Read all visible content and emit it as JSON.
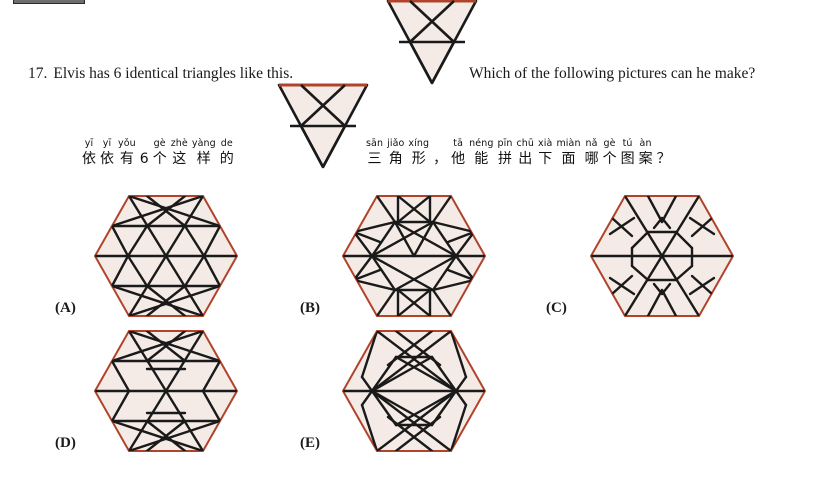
{
  "question": {
    "number": "17.",
    "text_before_figure": "Elvis has 6 identical triangles like this.",
    "text_after_figure": "Which of the following pictures can he make?"
  },
  "translation": {
    "left": [
      {
        "pinyin": "yī",
        "hanzi": "依"
      },
      {
        "pinyin": "yī",
        "hanzi": "依"
      },
      {
        "pinyin": "yǒu",
        "hanzi": "有"
      },
      {
        "pinyin": "",
        "hanzi": "6"
      },
      {
        "pinyin": "gè",
        "hanzi": "个"
      },
      {
        "pinyin": "zhè",
        "hanzi": "这"
      },
      {
        "pinyin": "yàng",
        "hanzi": "样"
      },
      {
        "pinyin": "de",
        "hanzi": "的"
      }
    ],
    "right": [
      {
        "pinyin": "sān",
        "hanzi": "三"
      },
      {
        "pinyin": "jiǎo",
        "hanzi": "角"
      },
      {
        "pinyin": "xíng",
        "hanzi": "形"
      },
      {
        "pinyin": "",
        "hanzi": "，"
      },
      {
        "pinyin": "tā",
        "hanzi": "他"
      },
      {
        "pinyin": "néng",
        "hanzi": "能"
      },
      {
        "pinyin": "pīn",
        "hanzi": "拼"
      },
      {
        "pinyin": "chū",
        "hanzi": "出"
      },
      {
        "pinyin": "xià",
        "hanzi": "下"
      },
      {
        "pinyin": "miàn",
        "hanzi": "面"
      },
      {
        "pinyin": "nǎ",
        "hanzi": "哪"
      },
      {
        "pinyin": "gè",
        "hanzi": "个"
      },
      {
        "pinyin": "tú",
        "hanzi": "图"
      },
      {
        "pinyin": "àn",
        "hanzi": "案"
      },
      {
        "pinyin": "",
        "hanzi": "？"
      }
    ]
  },
  "colors": {
    "shape_fill": "#f5ebe6",
    "shape_border": "#b0432a",
    "inner_line": "#1a1a1a",
    "text": "#1a1a1a"
  },
  "reference_figure": {
    "name": "inverted-triangle-tile",
    "description": "Downward pointing triangle subdivided by an X in the upper half, a horizontal chord, and a V below it",
    "count_in_question": 6
  },
  "options": [
    {
      "id": "A",
      "label": "(A)",
      "pattern": "hexagon-pattern-a"
    },
    {
      "id": "B",
      "label": "(B)",
      "pattern": "hexagon-pattern-b"
    },
    {
      "id": "C",
      "label": "(C)",
      "pattern": "hexagon-pattern-c"
    },
    {
      "id": "D",
      "label": "(D)",
      "pattern": "hexagon-pattern-d"
    },
    {
      "id": "E",
      "label": "(E)",
      "pattern": "hexagon-pattern-e"
    }
  ]
}
